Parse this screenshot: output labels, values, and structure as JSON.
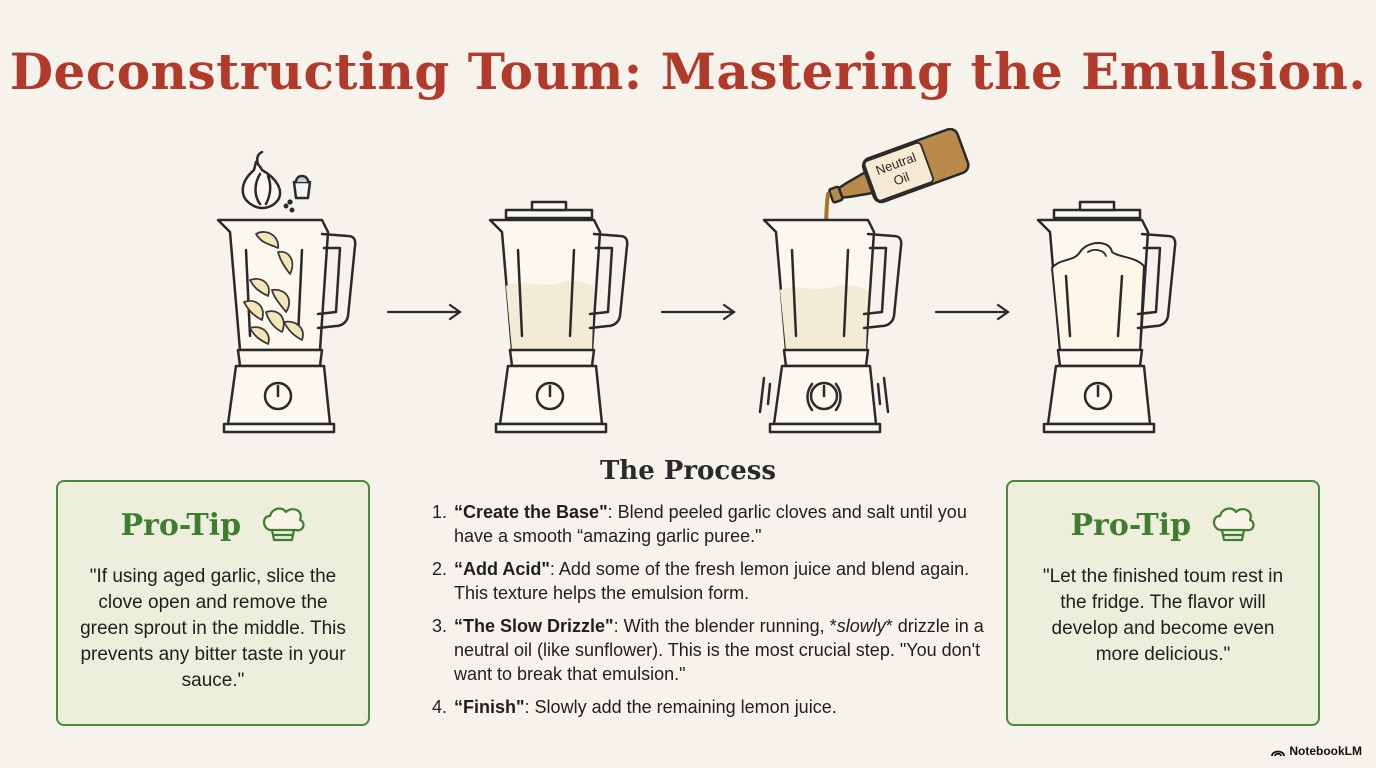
{
  "title": "Deconstructing Toum: Mastering the Emulsion.",
  "illustrations": {
    "oil_bottle_label_line1": "Neutral",
    "oil_bottle_label_line2": "Oil"
  },
  "process": {
    "heading": "The Process",
    "steps": [
      {
        "num": "1.",
        "title": "“Create the Base\"",
        "text": ": Blend peeled garlic cloves and salt until you have a smooth “amazing garlic puree.\""
      },
      {
        "num": "2.",
        "title": "“Add Acid\"",
        "text": ": Add some of the fresh lemon juice and blend again. This texture helps the emulsion form."
      },
      {
        "num": "3.",
        "title": "“The Slow Drizzle\"",
        "text_before": ": With the blender running, *",
        "italic": "slowly",
        "text_after": "* drizzle in a neutral oil (like sunflower). This is the most crucial step. \"You don't want to break that emulsion.\""
      },
      {
        "num": "4.",
        "title": "“Finish\"",
        "text": ": Slowly add the remaining lemon juice."
      }
    ]
  },
  "tips": [
    {
      "heading": "Pro-Tip",
      "text": "\"If using aged garlic, slice the clove open and remove the green sprout in the middle. This prevents any bitter taste in your sauce.\""
    },
    {
      "heading": "Pro-Tip",
      "text": "\"Let the finished toum rest in the fridge. The flavor will develop and become even more delicious.\""
    }
  ],
  "brand": "NotebookLM",
  "colors": {
    "title": "#b23a2a",
    "tip_green": "#3f7d2f",
    "tip_bg": "#eeeedd",
    "background": "#f6f3ec"
  },
  "icons": [
    "garlic-icon",
    "salt-shaker-icon",
    "oil-bottle-icon",
    "chef-hat-icon",
    "arrow-right-icon",
    "notebooklm-logo-icon"
  ]
}
